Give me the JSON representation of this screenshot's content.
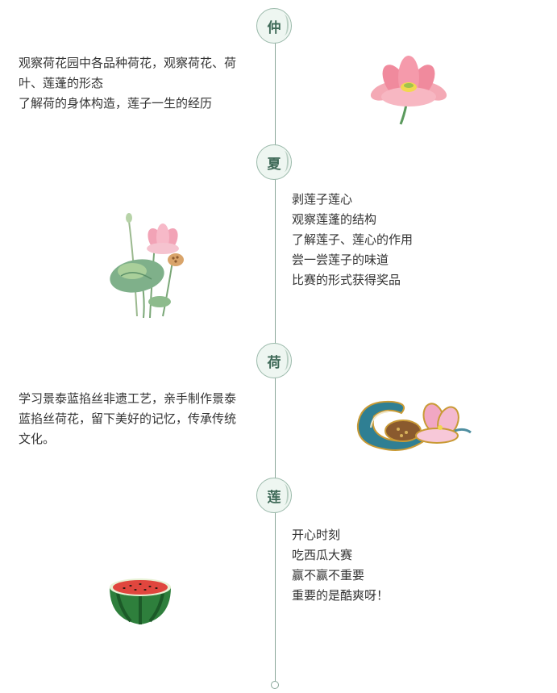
{
  "sections": [
    {
      "node": "仲",
      "lines": [
        "观察荷花园中各品种荷花，观察荷花、荷",
        "叶、莲蓬的形态",
        "了解荷的身体构造，莲子一生的经历"
      ],
      "icon": "lotus-flower-icon"
    },
    {
      "node": "夏",
      "lines": [
        "剥莲子莲心",
        "观察莲蓬的结构",
        "了解莲子、莲心的作用",
        "尝一尝莲子的味道",
        "比赛的形式获得奖品"
      ],
      "icon": "lotus-pod-icon"
    },
    {
      "node": "荷",
      "lines": [
        "学习景泰蓝掐丝非遗工艺，亲手制作景泰",
        "蓝掐丝荷花，留下美好的记忆，传承传统",
        "文化。"
      ],
      "icon": "cloisonne-lotus-icon"
    },
    {
      "node": "莲",
      "lines": [
        "开心时刻",
        "吃西瓜大赛",
        "赢不赢不重要",
        "重要的是酷爽呀！"
      ],
      "icon": "watermelon-icon"
    }
  ],
  "colors": {
    "timeline": "#8aa79a",
    "node_fill": "#eef6f1",
    "node_text": "#3f6a58",
    "text": "#333333"
  }
}
